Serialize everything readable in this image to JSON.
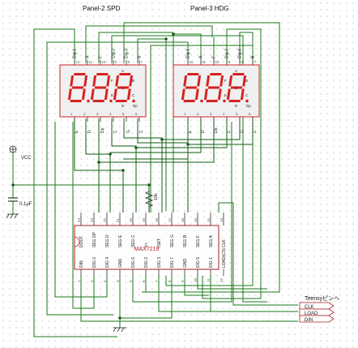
{
  "panels": [
    {
      "title": "Panel-2 SPD",
      "top_pins": [
        {
          "num": "12",
          "name": "Dig-1"
        },
        {
          "num": "11",
          "name": "A"
        },
        {
          "num": "10",
          "name": "F"
        },
        {
          "num": "9",
          "name": "Dig-2"
        },
        {
          "num": "8",
          "name": "Dig-3"
        },
        {
          "num": "7",
          "name": "B"
        }
      ],
      "bottom_pins": [
        {
          "num": "1",
          "name": "E"
        },
        {
          "num": "2",
          "name": "D"
        },
        {
          "num": "3",
          "name": "Dp"
        },
        {
          "num": "4",
          "name": "C"
        },
        {
          "num": "5",
          "name": "G"
        },
        {
          "num": "6",
          "name": "C"
        }
      ],
      "digits": "8.8.8"
    },
    {
      "title": "Panel-3 HDG",
      "top_pins": [
        {
          "num": "12",
          "name": "Dig-1"
        },
        {
          "num": "11",
          "name": "A"
        },
        {
          "num": "10",
          "name": "F"
        },
        {
          "num": "9",
          "name": "Dig-2"
        },
        {
          "num": "8",
          "name": "Dig-3"
        },
        {
          "num": "7",
          "name": "B"
        }
      ],
      "bottom_pins": [
        {
          "num": "1",
          "name": "E"
        },
        {
          "num": "2",
          "name": "D"
        },
        {
          "num": "3",
          "name": "Dp"
        },
        {
          "num": "4",
          "name": "C"
        },
        {
          "num": "5",
          "name": "G"
        },
        {
          "num": "6",
          "name": "C"
        }
      ],
      "digits": "8.8.8"
    }
  ],
  "segment_labels": {
    "a": "A",
    "b": "B",
    "c": "C",
    "d": "D",
    "e": "E",
    "f": "F",
    "g": "G",
    "dp": "Dp"
  },
  "power": {
    "vcc": "VCC",
    "cap": "0.1µF",
    "res": "10k"
  },
  "chip": {
    "name": "MAX7219",
    "top_pins": [
      {
        "num": "24",
        "name": "DOUT"
      },
      {
        "num": "23",
        "name": "SEG DP"
      },
      {
        "num": "22",
        "name": "SEG D"
      },
      {
        "num": "21",
        "name": "SEG E"
      },
      {
        "num": "20",
        "name": "SEG C"
      },
      {
        "num": "19",
        "name": "V+"
      },
      {
        "num": "18",
        "name": "ISET"
      },
      {
        "num": "17",
        "name": "SEG G"
      },
      {
        "num": "16",
        "name": "SEG B"
      },
      {
        "num": "15",
        "name": "SEG F"
      },
      {
        "num": "14",
        "name": "SEG A"
      },
      {
        "num": "13",
        "name": "CLK"
      }
    ],
    "bottom_pins": [
      {
        "num": "1",
        "name": "DIN"
      },
      {
        "num": "2",
        "name": "DIG 0"
      },
      {
        "num": "3",
        "name": "DIG 4"
      },
      {
        "num": "4",
        "name": "GND"
      },
      {
        "num": "5",
        "name": "DIG 6"
      },
      {
        "num": "6",
        "name": "DIG 2"
      },
      {
        "num": "7",
        "name": "DIG 3"
      },
      {
        "num": "8",
        "name": "DIG 7"
      },
      {
        "num": "9",
        "name": "GND"
      },
      {
        "num": "10",
        "name": "DIG 5"
      },
      {
        "num": "11",
        "name": "DIG 1"
      },
      {
        "num": "12",
        "name": "LOAD(CS)"
      }
    ]
  },
  "teensy": {
    "label": "Teensyピンへ",
    "signals": [
      "CLK",
      "LOAD",
      "DIN"
    ]
  }
}
